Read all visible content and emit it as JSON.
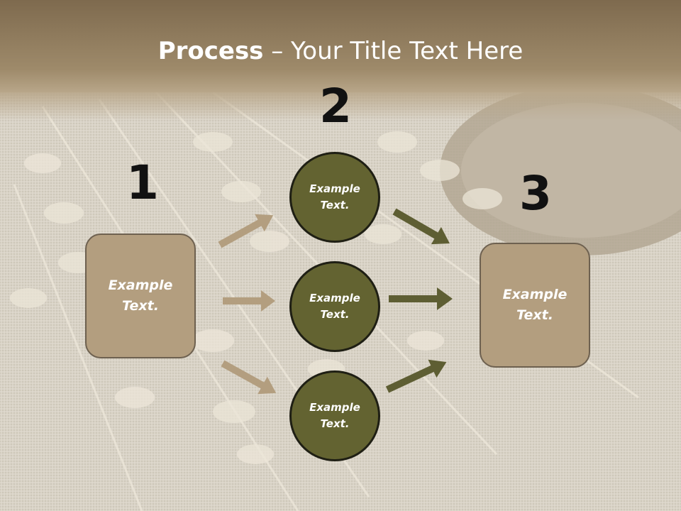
{
  "title": {
    "bold": "Process",
    "rest": " – Your Title Text Here"
  },
  "steps": [
    {
      "number": "1",
      "text": "Example\nText."
    },
    {
      "number": "2",
      "items": [
        "Example\nText.",
        "Example\nText.",
        "Example\nText."
      ]
    },
    {
      "number": "3",
      "text": "Example\nText."
    }
  ],
  "colors": {
    "left_arrow": "#b39e7f",
    "right_arrow": "#5e5e33",
    "box": "#b39e7f",
    "circle": "#636331"
  }
}
